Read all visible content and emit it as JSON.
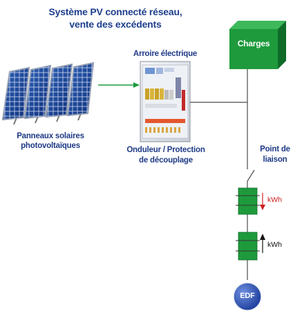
{
  "title": {
    "line1": "Système PV connecté réseau,",
    "line2": "vente des excédents"
  },
  "panels": {
    "label_line1": "Panneaux solaires",
    "label_line2": "photovoltaïques"
  },
  "cabinet": {
    "title": "Arroire électrique",
    "label_line1": "Onduleur / Protection",
    "label_line2": "de découplage"
  },
  "charges": {
    "label": "Charges"
  },
  "connection_point": {
    "label_line1": "Point de",
    "label_line2": "liaison"
  },
  "meters": [
    {
      "unit": "kWh",
      "arrow": "down",
      "color": "#cc1f1f"
    },
    {
      "unit": "kWh",
      "arrow": "up",
      "color": "#111111"
    }
  ],
  "grid": {
    "label": "EDF"
  },
  "colors": {
    "title_blue": "#1e3f8c",
    "green": "#1e9a3c",
    "dark_green": "#0f6b28",
    "line": "#4a4a4a"
  }
}
